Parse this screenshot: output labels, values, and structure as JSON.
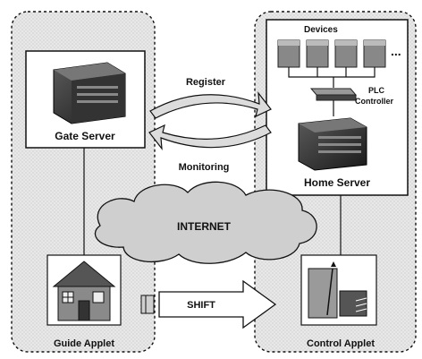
{
  "diagram": {
    "labels": {
      "gate_server": "Gate Server",
      "home_server": "Home Server",
      "devices": "Devices",
      "ellipsis": "...",
      "plc_controller_line1": "PLC",
      "plc_controller_line2": "Controller",
      "register": "Register",
      "monitoring": "Monitoring",
      "internet": "INTERNET",
      "shift": "SHIFT",
      "guide_applet": "Guide Applet",
      "control_applet": "Control Applet"
    },
    "icons": {
      "gate_server": "server-icon",
      "home_server": "server-icon",
      "devices": "device-icon",
      "plc_controller": "plc-controller-icon",
      "guide_applet": "house-icon",
      "control_applet": "control-applet-icon",
      "internet": "cloud-icon"
    },
    "colors": {
      "background": "#ffffff",
      "panel_fill": "#e7e7e7",
      "box_fill": "#ffffff",
      "stroke": "#111111",
      "cloud_fill": "#d0d0d0"
    }
  }
}
